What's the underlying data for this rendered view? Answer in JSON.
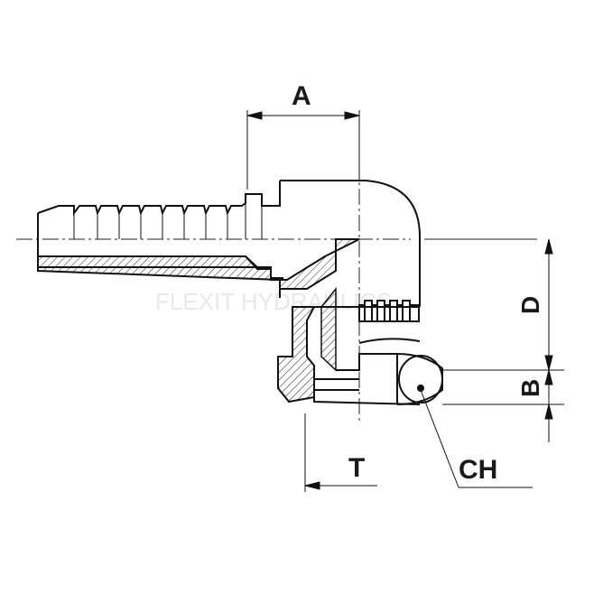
{
  "diagram": {
    "watermark": "FLEXIT HYDRAULICS",
    "dimensions": {
      "a": "A",
      "d": "D",
      "b": "B",
      "t": "T",
      "ch": "CH"
    }
  }
}
